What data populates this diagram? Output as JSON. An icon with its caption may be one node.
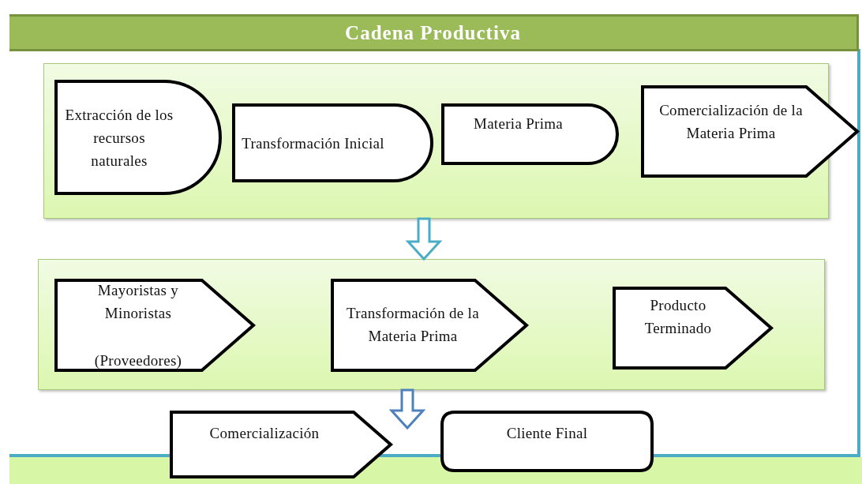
{
  "diagram": {
    "title": "Cadena Productiva",
    "nodes": [
      {
        "text": [],
        "shape": "box"
      },
      {
        "text": [
          "Extracción de los recursos naturales"
        ],
        "in": 0
      },
      {
        "text": [
          "Transformación Inicial"
        ],
        "in": 0
      },
      {
        "text": [
          "Materia Prima"
        ],
        "in": 0
      },
      {
        "text": [
          "Comercialización de la Materia Prima"
        ]
      },
      {
        "text": [],
        "shape": "box"
      },
      {
        "text": [
          "Mayoristas y Minoristas",
          "(Proveedores)"
        ],
        "in": 5
      },
      {
        "text": [
          "Transformación de la Materia Prima"
        ],
        "in": 5
      },
      {
        "text": [
          "Producto Terminado"
        ],
        "in": 5
      },
      {
        "text": [
          "Comercialización"
        ]
      },
      {
        "text": [
          "Cliente Final"
        ]
      }
    ],
    "edges": [
      {
        "from": 0,
        "to": 5,
        "arrow": "to",
        "color": "#4bacc6"
      },
      {
        "from": 5,
        "to": null,
        "arrow": "to",
        "color": "#4f81bd"
      }
    ]
  }
}
